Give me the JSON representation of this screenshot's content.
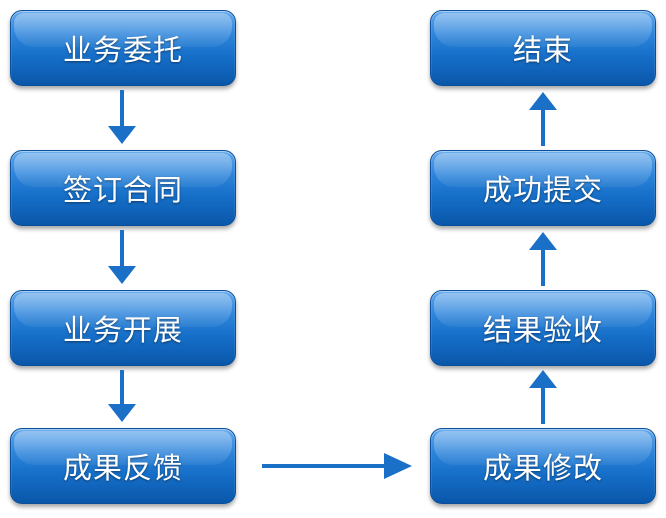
{
  "flowchart": {
    "steps": [
      {
        "id": "commission",
        "label": "业务委托"
      },
      {
        "id": "contract",
        "label": "签订合同"
      },
      {
        "id": "develop",
        "label": "业务开展"
      },
      {
        "id": "feedback",
        "label": "成果反馈"
      },
      {
        "id": "modify",
        "label": "成果修改"
      },
      {
        "id": "accept",
        "label": "结果验收"
      },
      {
        "id": "submit",
        "label": "成功提交"
      },
      {
        "id": "end",
        "label": "结束"
      }
    ],
    "colors": {
      "box_top": "#5fa6ec",
      "box_bottom": "#0a57aa",
      "arrow": "#1a6fc7",
      "text": "#ffffff"
    }
  }
}
